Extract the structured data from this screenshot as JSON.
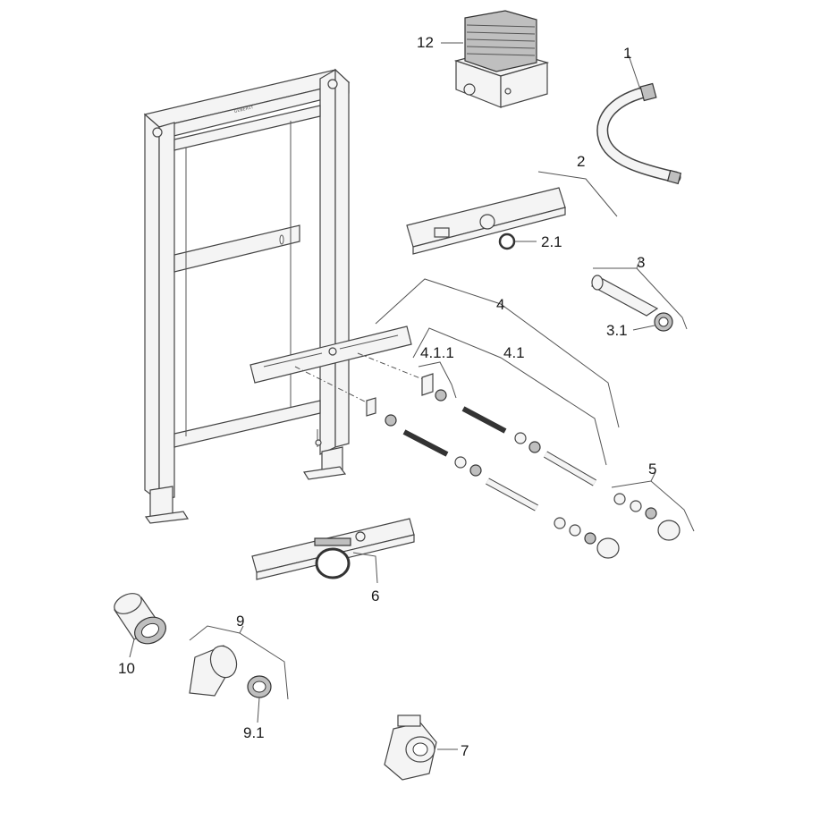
{
  "labels": {
    "p1": "1",
    "p2": "2",
    "p2_1": "2.1",
    "p3": "3",
    "p3_1": "3.1",
    "p4": "4",
    "p4_1": "4.1",
    "p4_1_1": "4.1.1",
    "p5": "5",
    "p6": "6",
    "p7": "7",
    "p9": "9",
    "p9_1": "9.1",
    "p10": "10",
    "p12": "12"
  },
  "frame_stamp": "ɢᴇʙᴇʀɪᴛ"
}
